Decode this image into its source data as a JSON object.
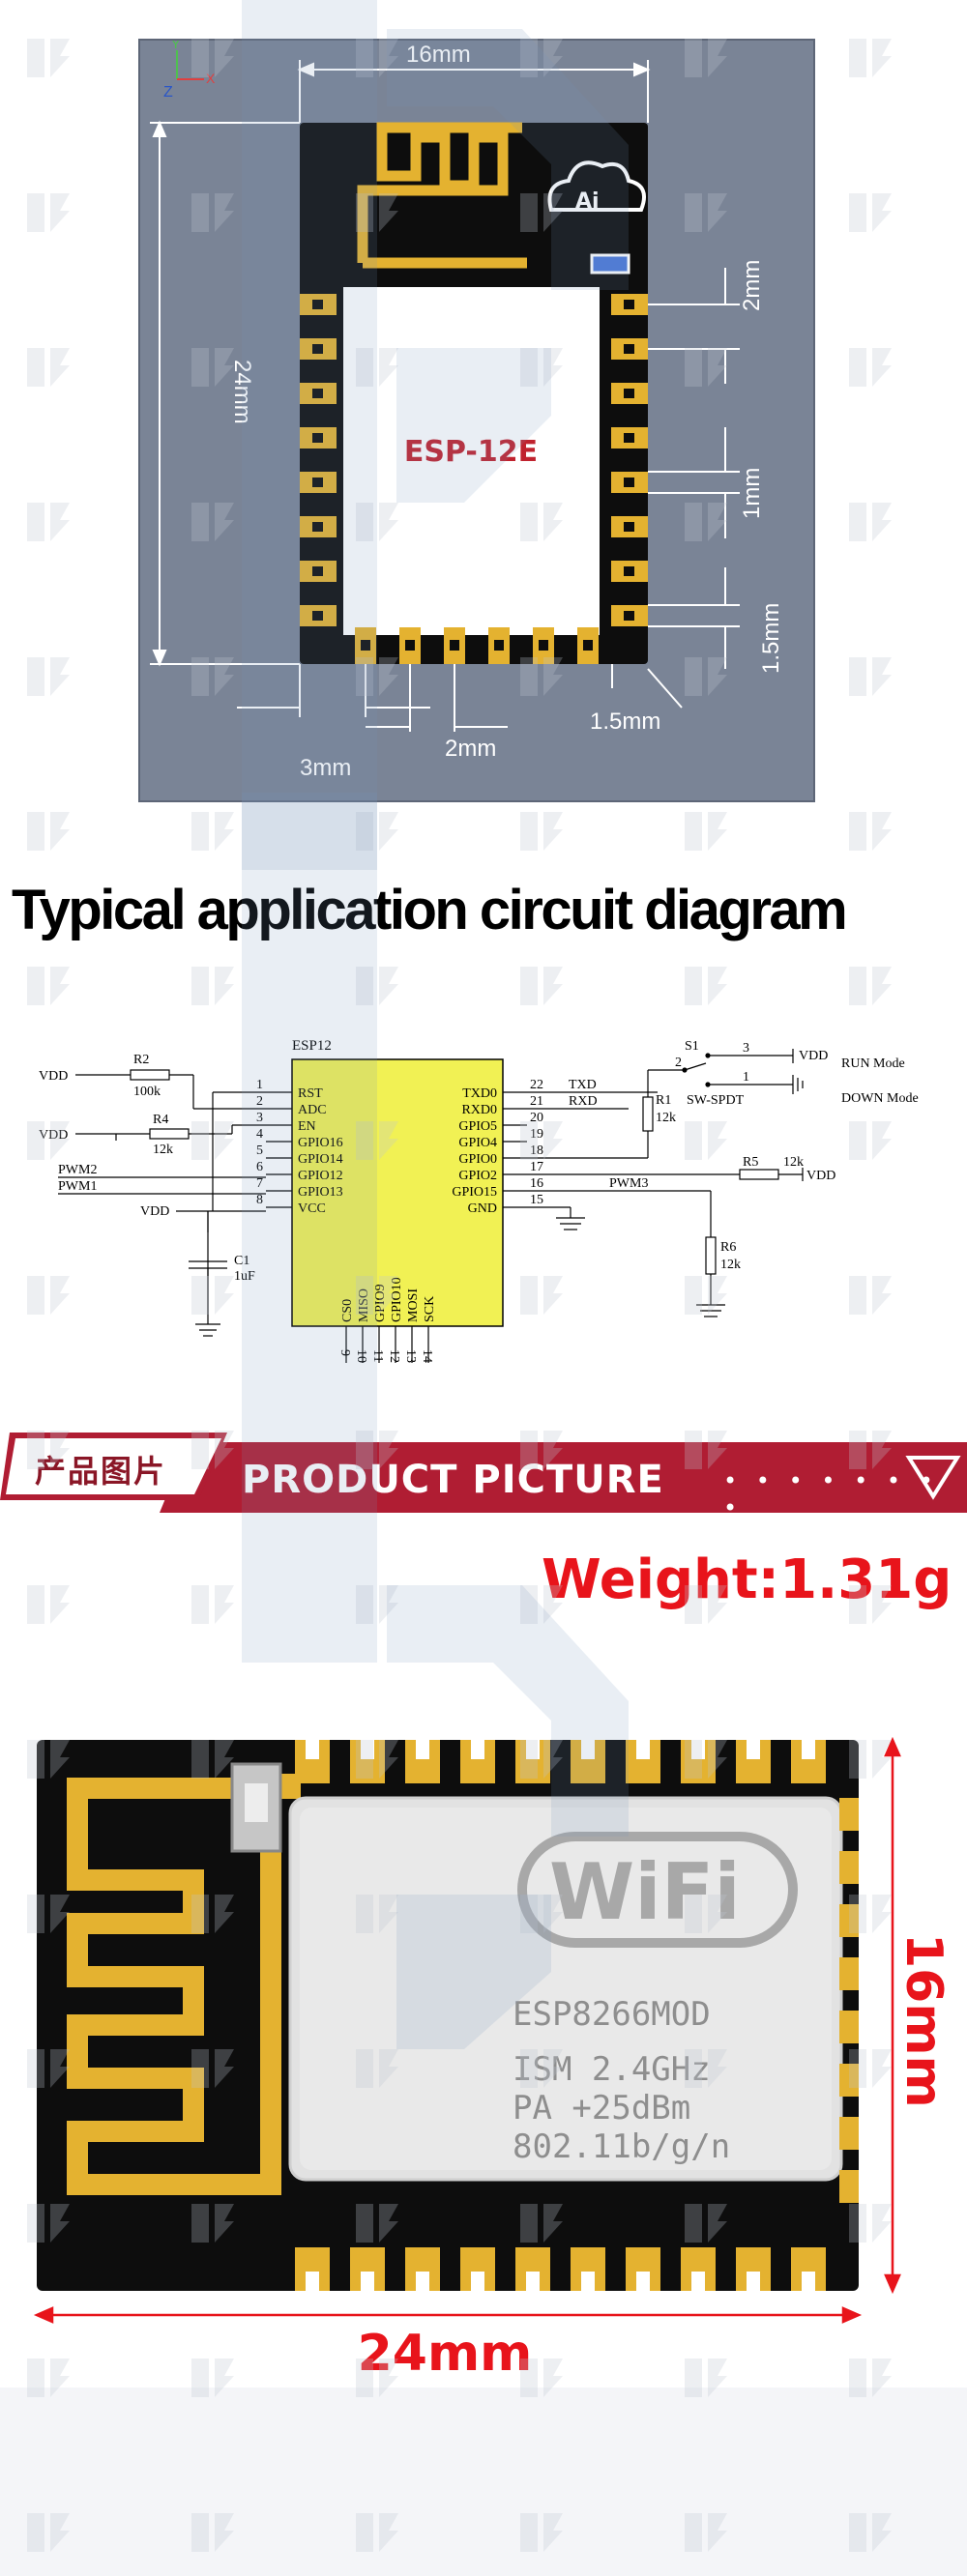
{
  "footprint": {
    "module_name": "ESP-12E",
    "logo_text": "Ai",
    "dims": {
      "width": "16mm",
      "height": "24mm",
      "pin_pitch_right": "2mm",
      "pad_width": "1mm",
      "pad_length": "1.5mm",
      "bottom_offset": "1.5mm",
      "pin_pitch_bottom": "2mm",
      "left_offset": "3mm"
    },
    "axis_labels": {
      "z": "Z",
      "x": "X",
      "y": "Y"
    }
  },
  "circuit": {
    "title": "Typical application circuit diagram",
    "chip_name": "ESP12",
    "left_pins": [
      {
        "num": "1",
        "name": "RST"
      },
      {
        "num": "2",
        "name": "ADC"
      },
      {
        "num": "3",
        "name": "EN"
      },
      {
        "num": "4",
        "name": "GPIO16"
      },
      {
        "num": "5",
        "name": "GPIO14"
      },
      {
        "num": "6",
        "name": "GPIO12"
      },
      {
        "num": "7",
        "name": "GPIO13"
      },
      {
        "num": "8",
        "name": "VCC"
      }
    ],
    "right_pins": [
      {
        "num": "22",
        "name": "TXD0"
      },
      {
        "num": "21",
        "name": "RXD0"
      },
      {
        "num": "20",
        "name": "GPIO5"
      },
      {
        "num": "19",
        "name": "GPIO4"
      },
      {
        "num": "18",
        "name": "GPIO0"
      },
      {
        "num": "17",
        "name": "GPIO2"
      },
      {
        "num": "16",
        "name": "GPIO15"
      },
      {
        "num": "15",
        "name": "GND"
      }
    ],
    "bottom_pins": [
      {
        "num": "9",
        "name": "CS0"
      },
      {
        "num": "10",
        "name": "MISO"
      },
      {
        "num": "11",
        "name": "GPIO9"
      },
      {
        "num": "12",
        "name": "GPIO10"
      },
      {
        "num": "13",
        "name": "MOSI"
      },
      {
        "num": "14",
        "name": "SCK"
      }
    ],
    "labels": {
      "vdd": "VDD",
      "r2": "R2",
      "r2_val": "100k",
      "r4": "R4",
      "r4_val": "12k",
      "r1": "R1",
      "r1_val": "12k",
      "r5": "R5",
      "r5_val": "12k",
      "r6": "R6",
      "r6_val": "12k",
      "c1": "C1",
      "c1_val": "1uF",
      "pwm2": "PWM2",
      "pwm1": "PWM1",
      "pwm3": "PWM3",
      "txd": "TXD",
      "rxd": "RXD",
      "s1": "S1",
      "switch": "SW-SPDT",
      "sw_pin2": "2",
      "sw_pin3": "3",
      "sw_pin1": "1",
      "run_mode": "RUN Mode",
      "down_mode": "DOWN Mode"
    }
  },
  "banner": {
    "chinese": "产品图片",
    "english": "PRODUCT PICTURE",
    "dots": "• • • • • • • •"
  },
  "product": {
    "weight": "Weight:1.31g",
    "shield_line1": "ESP8266MOD",
    "shield_line2": "ISM 2.4GHz",
    "shield_line3": "PA  +25dBm",
    "shield_line4": "802.11b/g/n",
    "wifi_logo": "WiFi",
    "length_label": "24mm",
    "width_label": "16mm"
  },
  "colors": {
    "pcb_black": "#0d0d0d",
    "gold": "#e4b230",
    "chip_yellow": "#f1f154",
    "banner_red": "#b01d33",
    "dim_red": "#e8141b",
    "panel_gray": "#7a8496"
  }
}
